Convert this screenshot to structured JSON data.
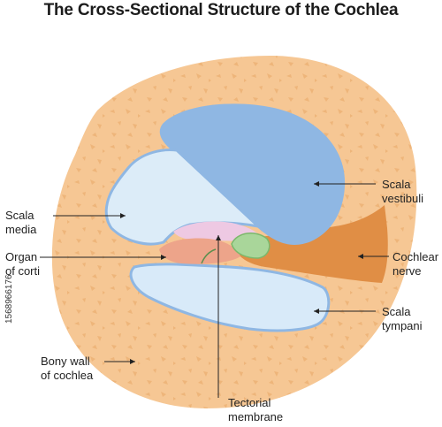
{
  "title": "The Cross-Sectional Structure of the Cochlea",
  "labels": {
    "scala_media": "Scala\nmedia",
    "organ_of_corti": "Organ\nof corti",
    "bony_wall": "Bony wall\nof cochlea",
    "scala_vestibuli": "Scala\nvestibuli",
    "cochlear_nerve": "Cochlear\nnerve",
    "scala_tympani": "Scala\ntympani",
    "tectorial_membrane": "Tectorial\nmembrane"
  },
  "stock_id": "1568966176",
  "colors": {
    "bone": "#f6c794",
    "bone_speckle": "#eeb57a",
    "vestibuli": "#8fb7e3",
    "media": "#dcecf8",
    "tympani": "#d8eaf9",
    "nerve": "#e08e45",
    "organ": "#eda48a",
    "tectorial": "#eec9e3",
    "green": "#a9d69a"
  }
}
